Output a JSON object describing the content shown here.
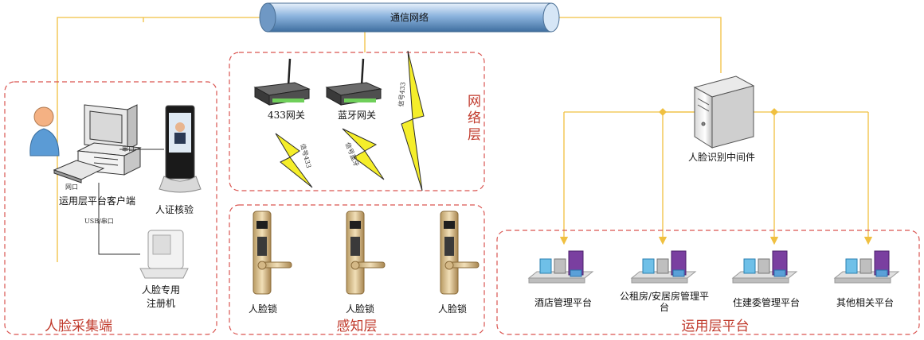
{
  "network": {
    "title": "通信网络"
  },
  "groups": {
    "collection": "人脸采集端",
    "network_layer": "网络层",
    "perception": "感知层",
    "application": "运用层平台"
  },
  "collection": {
    "client_label": "运用层平台客户端",
    "id_verify_label": "人证核验",
    "register_label_1": "人脸专用",
    "register_label_2": "注册机",
    "port_serial": "串口",
    "port_network": "网口",
    "port_usb": "USB/串口"
  },
  "gateways": {
    "g433": "433网关",
    "bluetooth": "蓝牙网关",
    "signal_1": "信号433",
    "signal_2": "信号蓝牙",
    "signal_3": "信号433"
  },
  "locks": [
    "人脸锁",
    "人脸锁",
    "人脸锁"
  ],
  "middleware": {
    "label": "人脸识别中间件"
  },
  "platforms": [
    "酒店管理平台",
    "公租房/安居房管理平",
    "住建委管理平台",
    "其他相关平台"
  ],
  "platform_line2": "台",
  "colors": {
    "line": "#f0c040",
    "dash": "#d9534f",
    "pipe": "#7da9d8",
    "bolt": "#f5ee2a"
  }
}
